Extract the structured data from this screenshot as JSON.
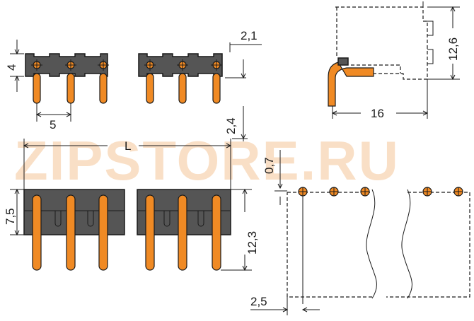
{
  "watermark": "ZIPSTORE.RU",
  "dimensions": {
    "height_top": "4",
    "offset_top": "2,1",
    "pitch": "5",
    "width_side": "16",
    "height_side": "12,6",
    "gap_side": "2,4",
    "length": "L",
    "height_front": "7,5",
    "pin_length": "12,3",
    "hole_offset": "0,7",
    "hole_edge": "2,5"
  },
  "colors": {
    "body": "#555555",
    "pin": "#f08a24",
    "watermark": "#f2b880"
  }
}
